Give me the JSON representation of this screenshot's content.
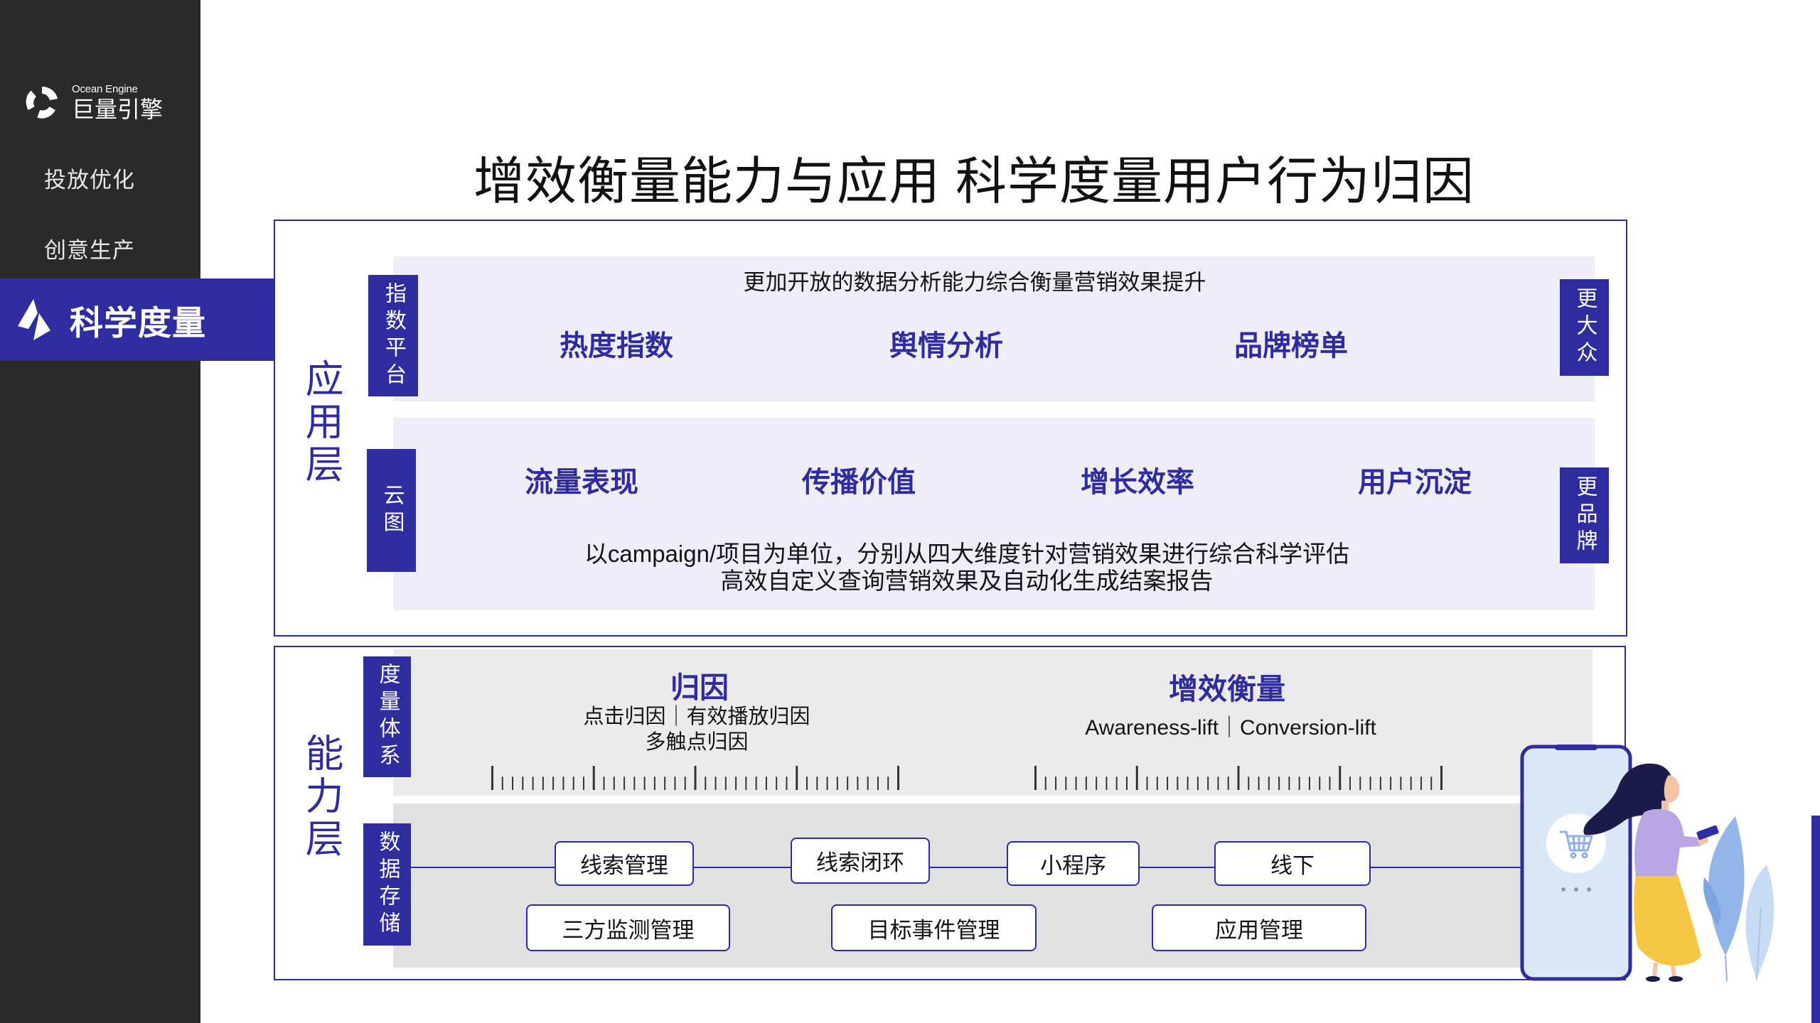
{
  "sidebar": {
    "logo": {
      "icon": "ocean-engine-logo-icon",
      "brand_en": "Ocean Engine",
      "brand_cn": "巨量引擎"
    },
    "items": [
      {
        "label": "投放优化",
        "active": false
      },
      {
        "label": "创意生产",
        "active": false
      },
      {
        "label": "科学度量",
        "active": true,
        "icon": "science-measure-icon"
      }
    ]
  },
  "title": "增效衡量能力与应用 科学度量用户行为归因",
  "application_layer": {
    "label": "应用层",
    "index_platform": {
      "tag": "指数平台",
      "headline": "更加开放的数据分析能力综合衡量营销效果提升",
      "items": [
        "热度指数",
        "舆情分析",
        "品牌榜单"
      ],
      "badge": "更大众"
    },
    "yuntu": {
      "tag": "云图",
      "items": [
        "流量表现",
        "传播价值",
        "增长效率",
        "用户沉淀"
      ],
      "description": [
        "以campaign/项目为单位，分别从四大维度针对营销效果进行综合科学评估",
        "高效自定义查询营销效果及自动化生成结案报告"
      ],
      "badge": "更品牌"
    }
  },
  "capability_layer": {
    "label": "能力层",
    "measurement_system": {
      "tag": "度量体系",
      "attribution": {
        "title": "归因",
        "lines": [
          "点击归因｜有效播放归因",
          "多触点归因"
        ]
      },
      "lift_measurement": {
        "title": "增效衡量",
        "lines": [
          "Awareness-lift｜Conversion-lift"
        ]
      }
    },
    "data_storage": {
      "tag": "数据存储",
      "row1": [
        "线索管理",
        "线索闭环",
        "小程序",
        "线下"
      ],
      "row2": [
        "三方监测管理",
        "目标事件管理",
        "应用管理"
      ]
    }
  },
  "illustration": {
    "icons": [
      "phone-icon",
      "shopping-cart-icon",
      "woman-with-tablet-figure",
      "plant-leaves"
    ]
  },
  "colors": {
    "primary": "#2f2c9f",
    "sidebar_bg": "#2a2a2a",
    "panel_light": "#eeedf8",
    "panel_gray": "#ebebeb",
    "panel_gray_dark": "#e1e1e1"
  }
}
